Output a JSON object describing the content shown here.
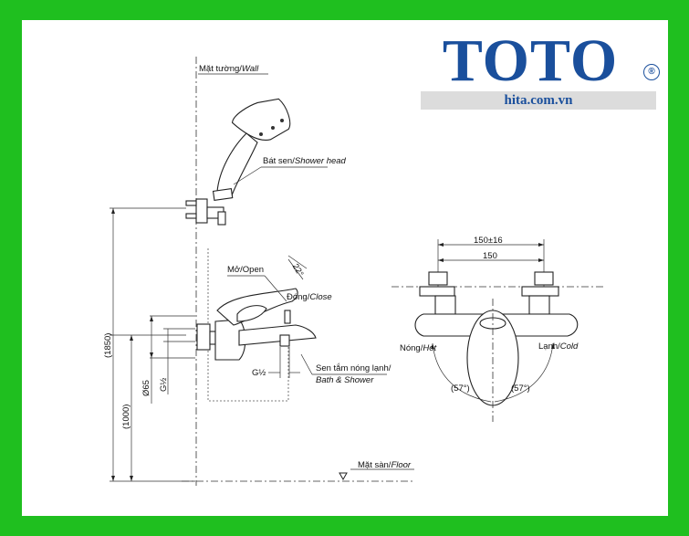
{
  "brand": {
    "logo_text": "TOTO",
    "registered_mark": "®",
    "website": "hita.com.vn",
    "color": "#1a4f9c"
  },
  "frame_color": "#1fbf1f",
  "labels": {
    "wall": "Mặt tường/",
    "wall_en": "Wall",
    "shower_head": "Bát sen/",
    "shower_head_en": "Shower head",
    "open": "Mở/Open",
    "close": "Đóng/",
    "close_en": "Close",
    "bath_shower_1": "Sen tắm nóng lạnh/",
    "bath_shower_2": "Bath & Shower",
    "floor": "Mặt sàn/",
    "floor_en": "Floor",
    "hot": "Nóng/",
    "hot_en": "Hot",
    "cold": "Lạnh/",
    "cold_en": "Cold"
  },
  "dimensions": {
    "angle_22": "22°",
    "height_1850": "(1850)",
    "height_1000": "(1000)",
    "diameter_65": "Ø65",
    "thread_g12_a": "G½",
    "thread_g12_b": "G½",
    "spacing_150_16": "150±16",
    "spacing_150": "150",
    "angle_57_left": "(57°)",
    "angle_57_right": "(57°)"
  }
}
